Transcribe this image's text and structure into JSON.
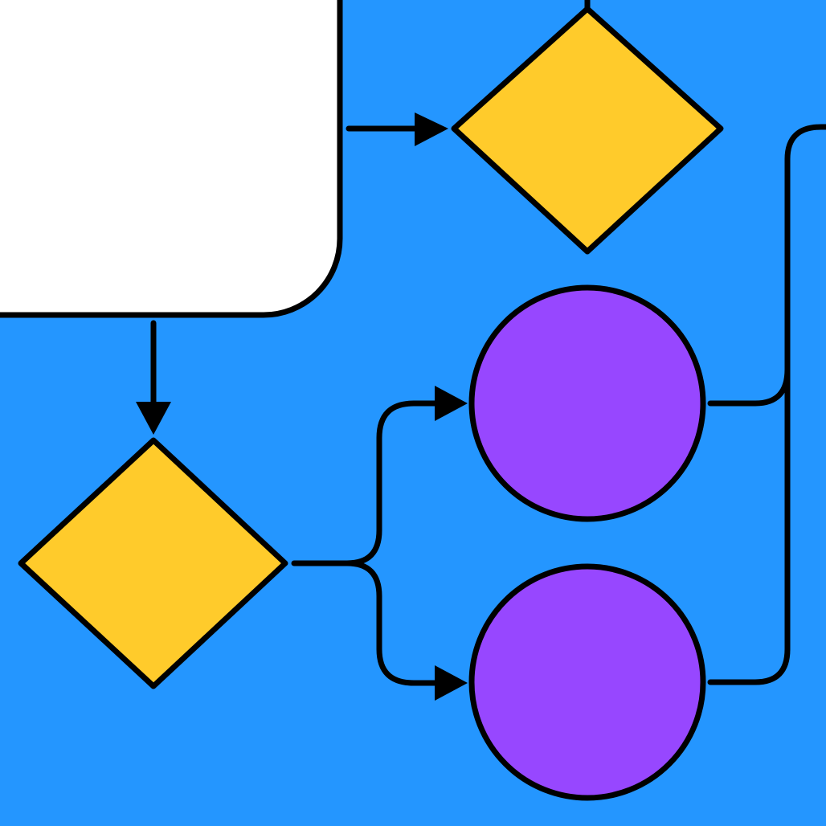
{
  "diagram": {
    "background_color": "#2496FF",
    "nodes": [
      {
        "id": "start",
        "shape": "rounded-rectangle",
        "fill": "#FFFFFF",
        "label": ""
      },
      {
        "id": "decision-top",
        "shape": "diamond",
        "fill": "#FFCB2B",
        "label": ""
      },
      {
        "id": "decision-left",
        "shape": "diamond",
        "fill": "#FFCB2B",
        "label": ""
      },
      {
        "id": "process-upper",
        "shape": "circle",
        "fill": "#9747FF",
        "label": ""
      },
      {
        "id": "process-lower",
        "shape": "circle",
        "fill": "#9747FF",
        "label": ""
      }
    ],
    "edges": [
      {
        "from": "start",
        "to": "decision-top",
        "arrow": true
      },
      {
        "from": "start",
        "to": "decision-left",
        "arrow": true
      },
      {
        "from": "decision-left",
        "to": "process-upper",
        "arrow": true
      },
      {
        "from": "decision-left",
        "to": "process-lower",
        "arrow": true
      },
      {
        "from": "process-upper",
        "to": "merge-line",
        "arrow": false
      },
      {
        "from": "process-lower",
        "to": "merge-line",
        "arrow": false
      }
    ],
    "stroke_color": "#000000"
  }
}
